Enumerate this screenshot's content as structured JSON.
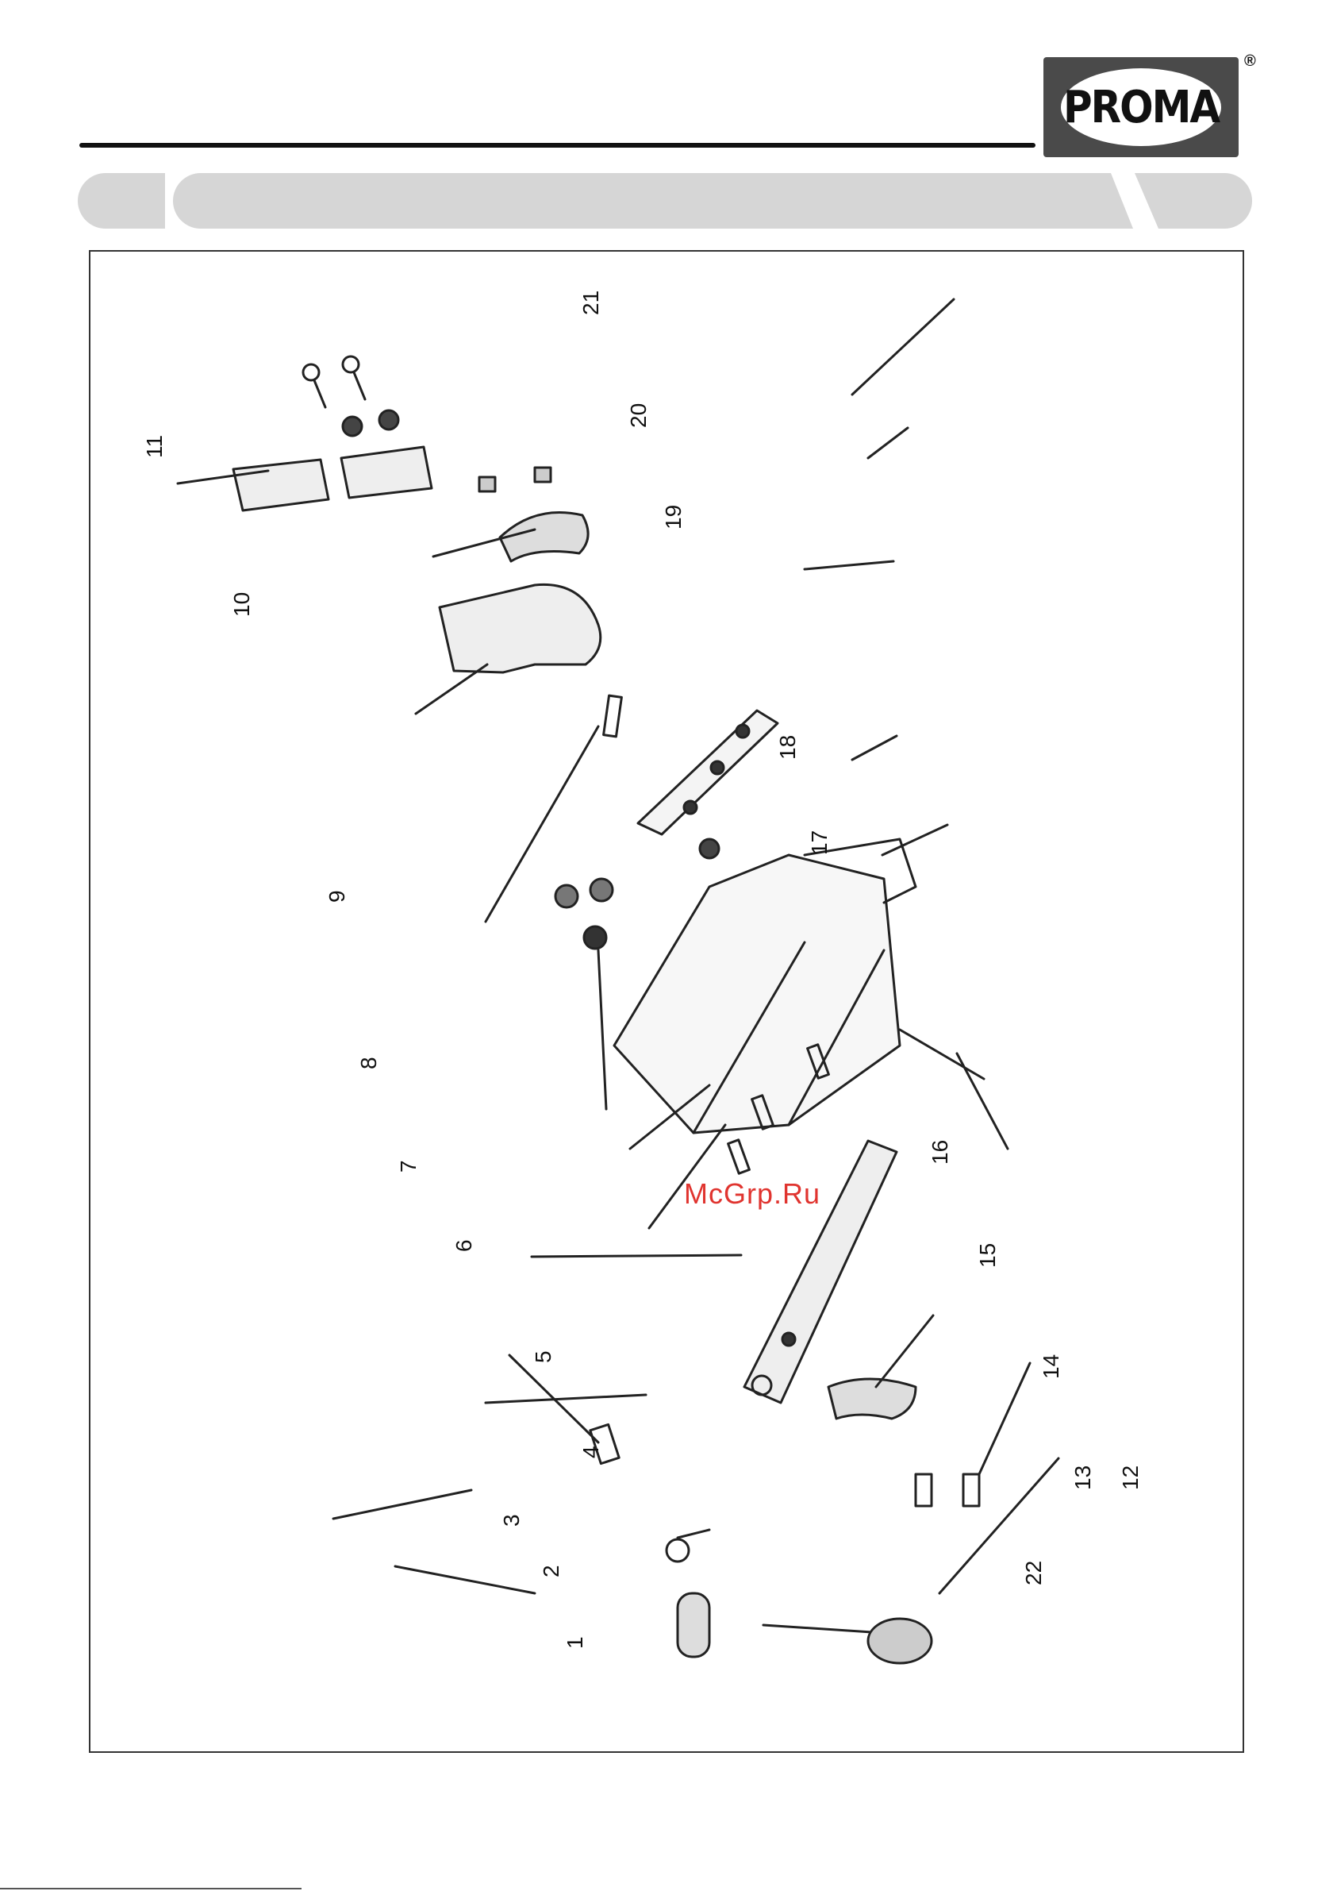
{
  "header": {
    "brand": "PROMA",
    "registered": "®",
    "colors": {
      "rule": "#111111",
      "logo_bg": "#4a4a4a",
      "banner": "#d6d6d6",
      "watermark": "#e0342f"
    }
  },
  "diagram": {
    "icon": "exploded-parts-drawing",
    "parts": [
      {
        "num": "1"
      },
      {
        "num": "2"
      },
      {
        "num": "3"
      },
      {
        "num": "4"
      },
      {
        "num": "5"
      },
      {
        "num": "6"
      },
      {
        "num": "7"
      },
      {
        "num": "8"
      },
      {
        "num": "9"
      },
      {
        "num": "10"
      },
      {
        "num": "11"
      },
      {
        "num": "12"
      },
      {
        "num": "13"
      },
      {
        "num": "14"
      },
      {
        "num": "15"
      },
      {
        "num": "16"
      },
      {
        "num": "17"
      },
      {
        "num": "18"
      },
      {
        "num": "19"
      },
      {
        "num": "20"
      },
      {
        "num": "21"
      },
      {
        "num": "22"
      }
    ]
  },
  "watermark": "McGrp.Ru"
}
